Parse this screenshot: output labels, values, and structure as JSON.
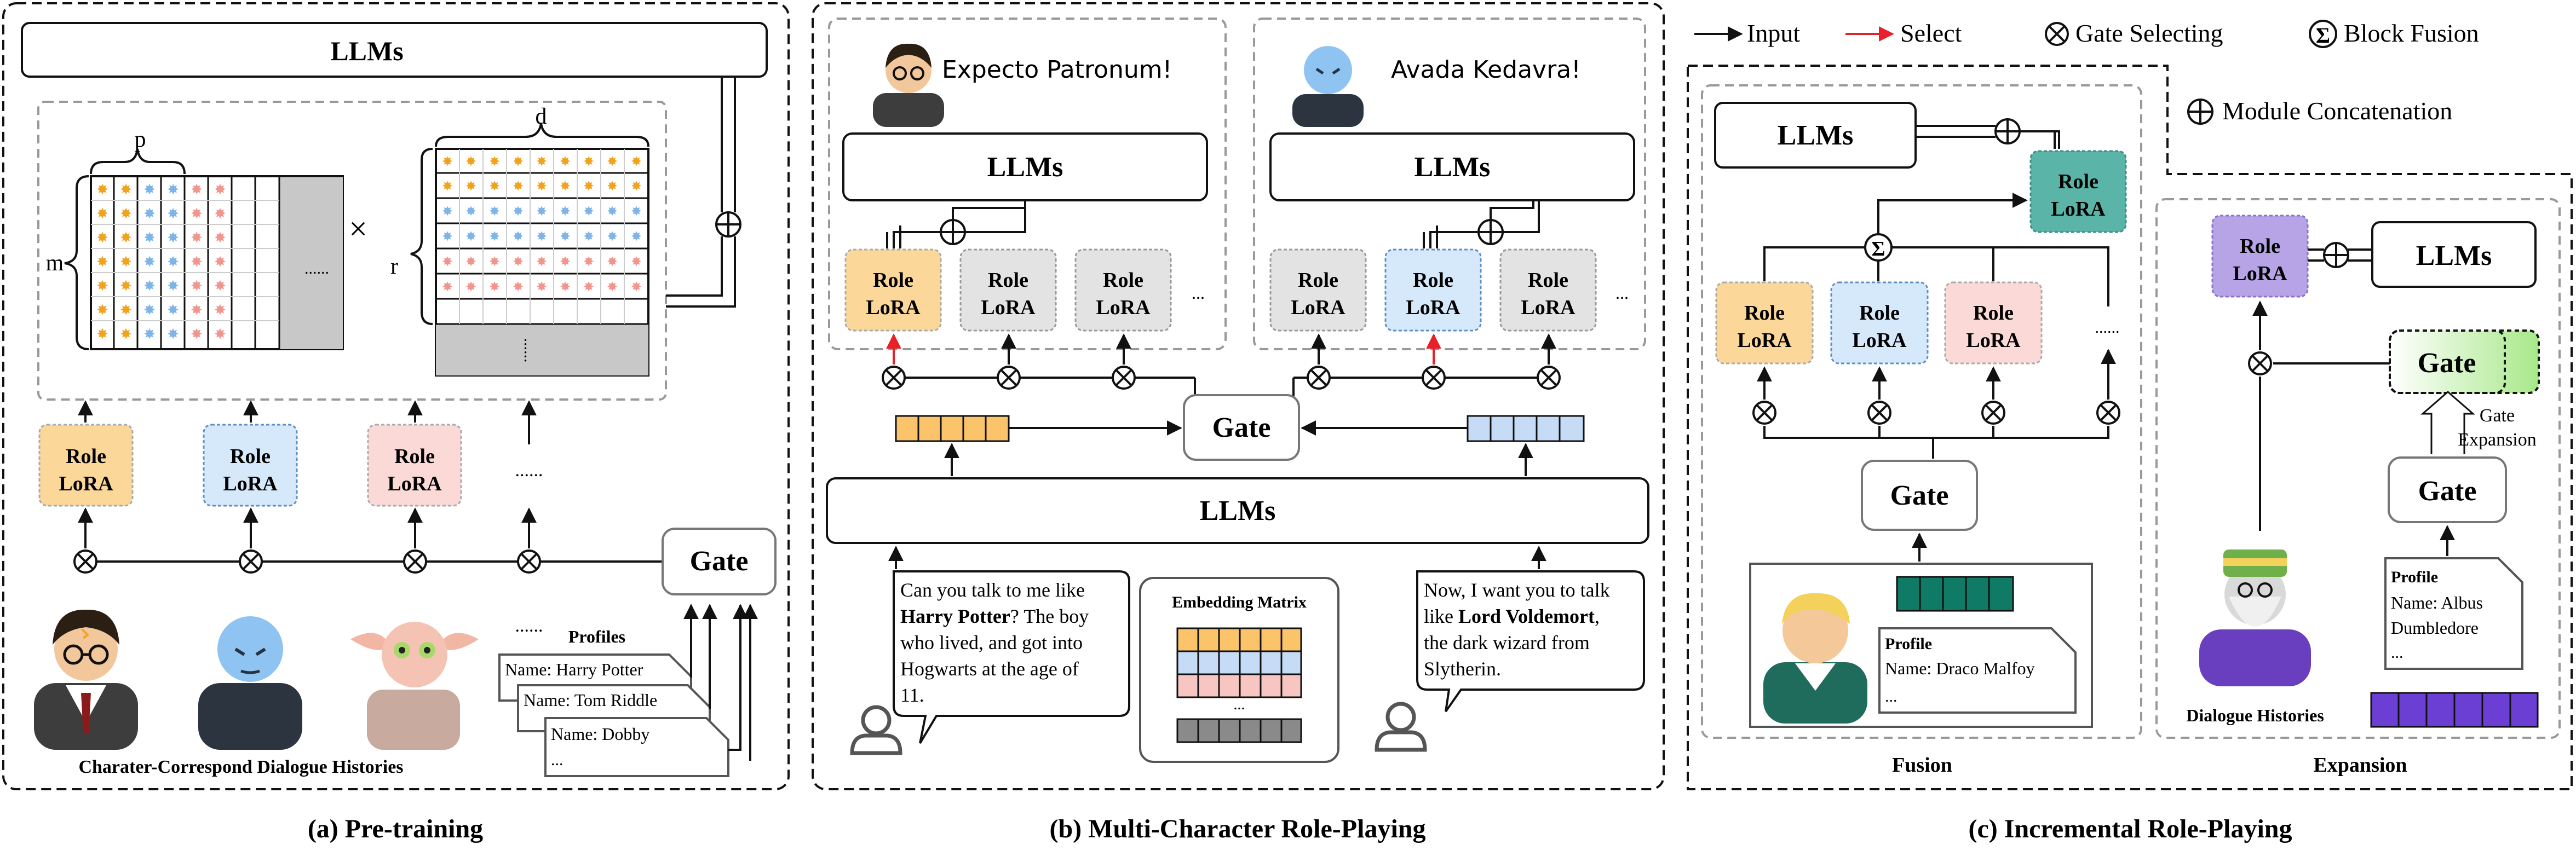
{
  "legend": {
    "input": "Input",
    "select": "Select",
    "gate_selecting": "Gate Selecting",
    "block_fusion": "Block Fusion",
    "module_concat": "Module Concatenation"
  },
  "captions": {
    "a": "(a) Pre-training",
    "b": "(b) Multi-Character Role-Playing",
    "c": "(c) Incremental Role-Playing",
    "fusion": "Fusion",
    "expansion": "Expansion"
  },
  "labels": {
    "llms": "LLMs",
    "gate": "Gate",
    "role": "Role",
    "lora": "LoRA",
    "ellipsis": "......",
    "dots": "...",
    "p": "p",
    "d": "d",
    "m": "m",
    "r": "r",
    "times": "×",
    "sigma": "Σ",
    "profiles": "Profiles",
    "profile": "Profile",
    "embedding_matrix": "Embedding Matrix",
    "gate_expansion_1": "Gate",
    "gate_expansion_2": "Expansion",
    "dialogue_histories": "Dialogue Histories",
    "character_histories": "Charater-Correspond Dialogue Histories"
  },
  "profiles_a": [
    "Name: Harry Potter",
    "Name: Tom Riddle",
    "Name: Dobby"
  ],
  "speech": {
    "harry": "Expecto Patronum!",
    "voldemort": "Avada Kedavra!"
  },
  "query_left": {
    "l1": "Can you talk to me like",
    "l2a": "Harry Potter",
    "l2b": "? The boy",
    "l3": "who lived, and got into",
    "l4": "Hogwarts at the age of",
    "l5": "11."
  },
  "query_right": {
    "l1": "Now, I want you to talk",
    "l2a": "like ",
    "l2b": "Lord Voldemort",
    "l2c": ",",
    "l3": "the dark wizard from",
    "l4": "Slytherin."
  },
  "profile_fusion": "Name: Draco Malfoy",
  "profile_expansion": [
    "Name: Albus",
    "Dumbledore"
  ],
  "colors": {
    "orange": "#fbd79a",
    "blue": "#d6e9fb",
    "pink": "#fbd9d6",
    "gray": "#e3e3e3",
    "teal": "#5ab5a8",
    "purple": "#b7a4e6",
    "gate_green": "#a8e88a",
    "select_red": "#e8202a",
    "embed_orange": "#fbc46a",
    "embed_blue": "#c6dcf6",
    "embed_pink": "#f8c6c2",
    "embed_gray": "#8a8a8a",
    "teal_dark": "#0f7a66",
    "purple_dark": "#6c3fd4"
  }
}
